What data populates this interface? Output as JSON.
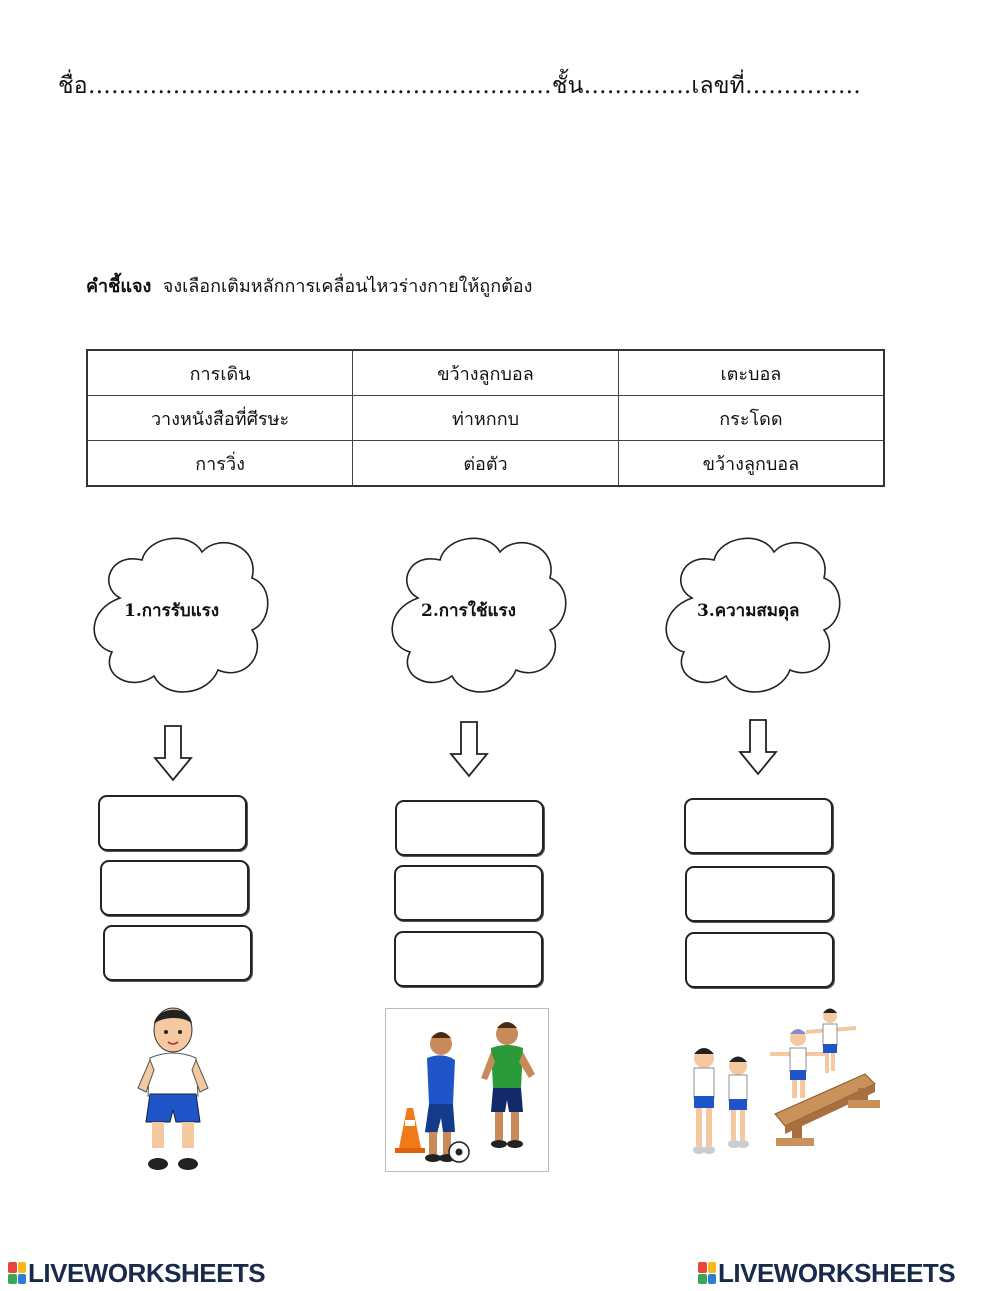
{
  "header": {
    "name_label": "ชื่อ",
    "name_dots": "……………………………………………………",
    "class_label": "ชั้น",
    "class_dots": "…………..",
    "number_label": "เลขที่",
    "number_dots": "……………"
  },
  "instructions": {
    "label": "คำชี้แจง",
    "text": "จงเลือกเติมหลักการเคลื่อนไหวร่างกายให้ถูกต้อง"
  },
  "word_bank": [
    [
      "การเดิน",
      "ขว้างลูกบอล",
      "เตะบอล"
    ],
    [
      "วางหนังสือที่ศีรษะ",
      "ท่าหกกบ",
      "กระโดด"
    ],
    [
      "การวิ่ง",
      "ต่อตัว",
      "ขว้างลูกบอล"
    ]
  ],
  "columns": [
    {
      "cloud_label": "1.การรับแรง",
      "picture": "boy-standing-icon"
    },
    {
      "cloud_label": "2.การใช้แรง",
      "picture": "boys-playing-football-icon"
    },
    {
      "cloud_label": "3.ความสมดุล",
      "picture": "children-balance-beam-icon"
    }
  ],
  "brand": {
    "name": "LIVEWORKSHEETS",
    "colors": [
      "#e8463c",
      "#f6b81a",
      "#3aa757",
      "#2f7fd0"
    ]
  }
}
